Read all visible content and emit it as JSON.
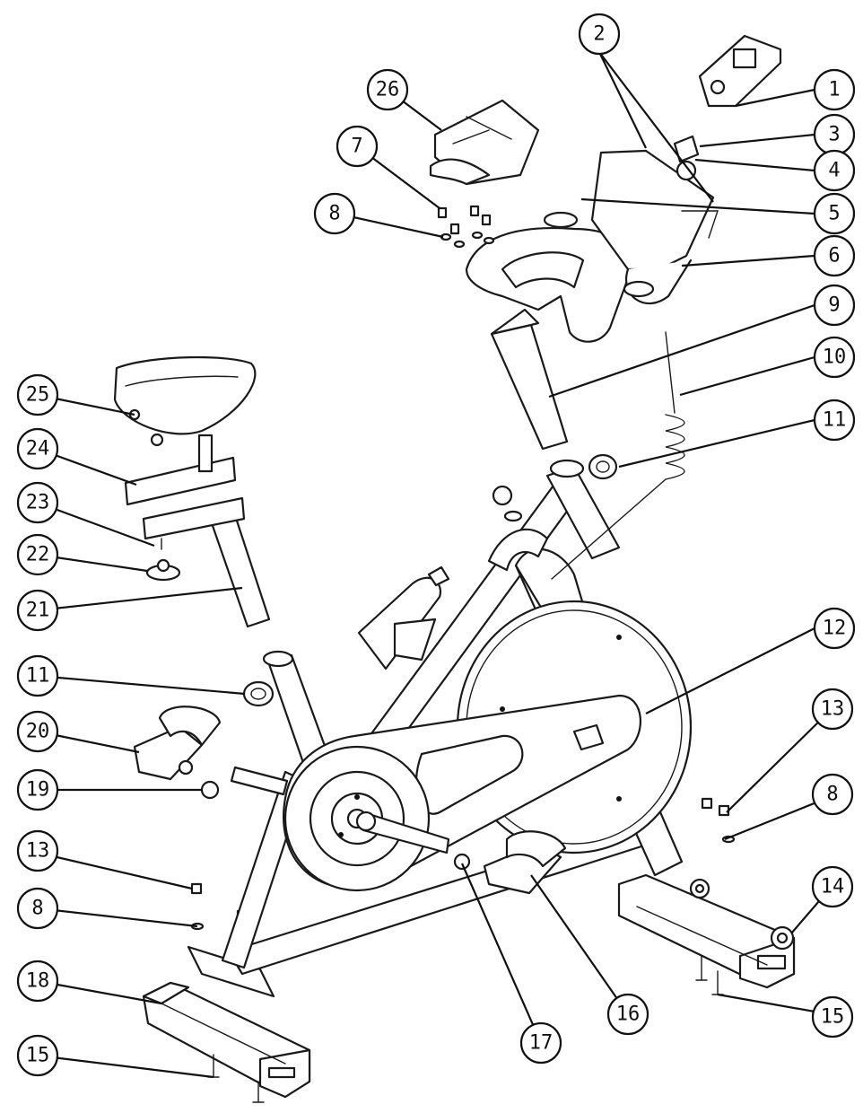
{
  "callouts": [
    {
      "n": "1",
      "label": "1"
    },
    {
      "n": "2",
      "label": "2"
    },
    {
      "n": "3",
      "label": "3"
    },
    {
      "n": "4",
      "label": "4"
    },
    {
      "n": "5",
      "label": "5"
    },
    {
      "n": "6",
      "label": "6"
    },
    {
      "n": "7",
      "label": "7"
    },
    {
      "n": "8a",
      "label": "8"
    },
    {
      "n": "9",
      "label": "9"
    },
    {
      "n": "10",
      "label": "10"
    },
    {
      "n": "11a",
      "label": "11"
    },
    {
      "n": "12",
      "label": "12"
    },
    {
      "n": "13a",
      "label": "13"
    },
    {
      "n": "8b",
      "label": "8"
    },
    {
      "n": "14",
      "label": "14"
    },
    {
      "n": "15a",
      "label": "15"
    },
    {
      "n": "16",
      "label": "16"
    },
    {
      "n": "17",
      "label": "17"
    },
    {
      "n": "18",
      "label": "18"
    },
    {
      "n": "15b",
      "label": "15"
    },
    {
      "n": "8c",
      "label": "8"
    },
    {
      "n": "13b",
      "label": "13"
    },
    {
      "n": "19",
      "label": "19"
    },
    {
      "n": "20",
      "label": "20"
    },
    {
      "n": "11b",
      "label": "11"
    },
    {
      "n": "21",
      "label": "21"
    },
    {
      "n": "22",
      "label": "22"
    },
    {
      "n": "23",
      "label": "23"
    },
    {
      "n": "24",
      "label": "24"
    },
    {
      "n": "25",
      "label": "25"
    },
    {
      "n": "26",
      "label": "26"
    }
  ]
}
